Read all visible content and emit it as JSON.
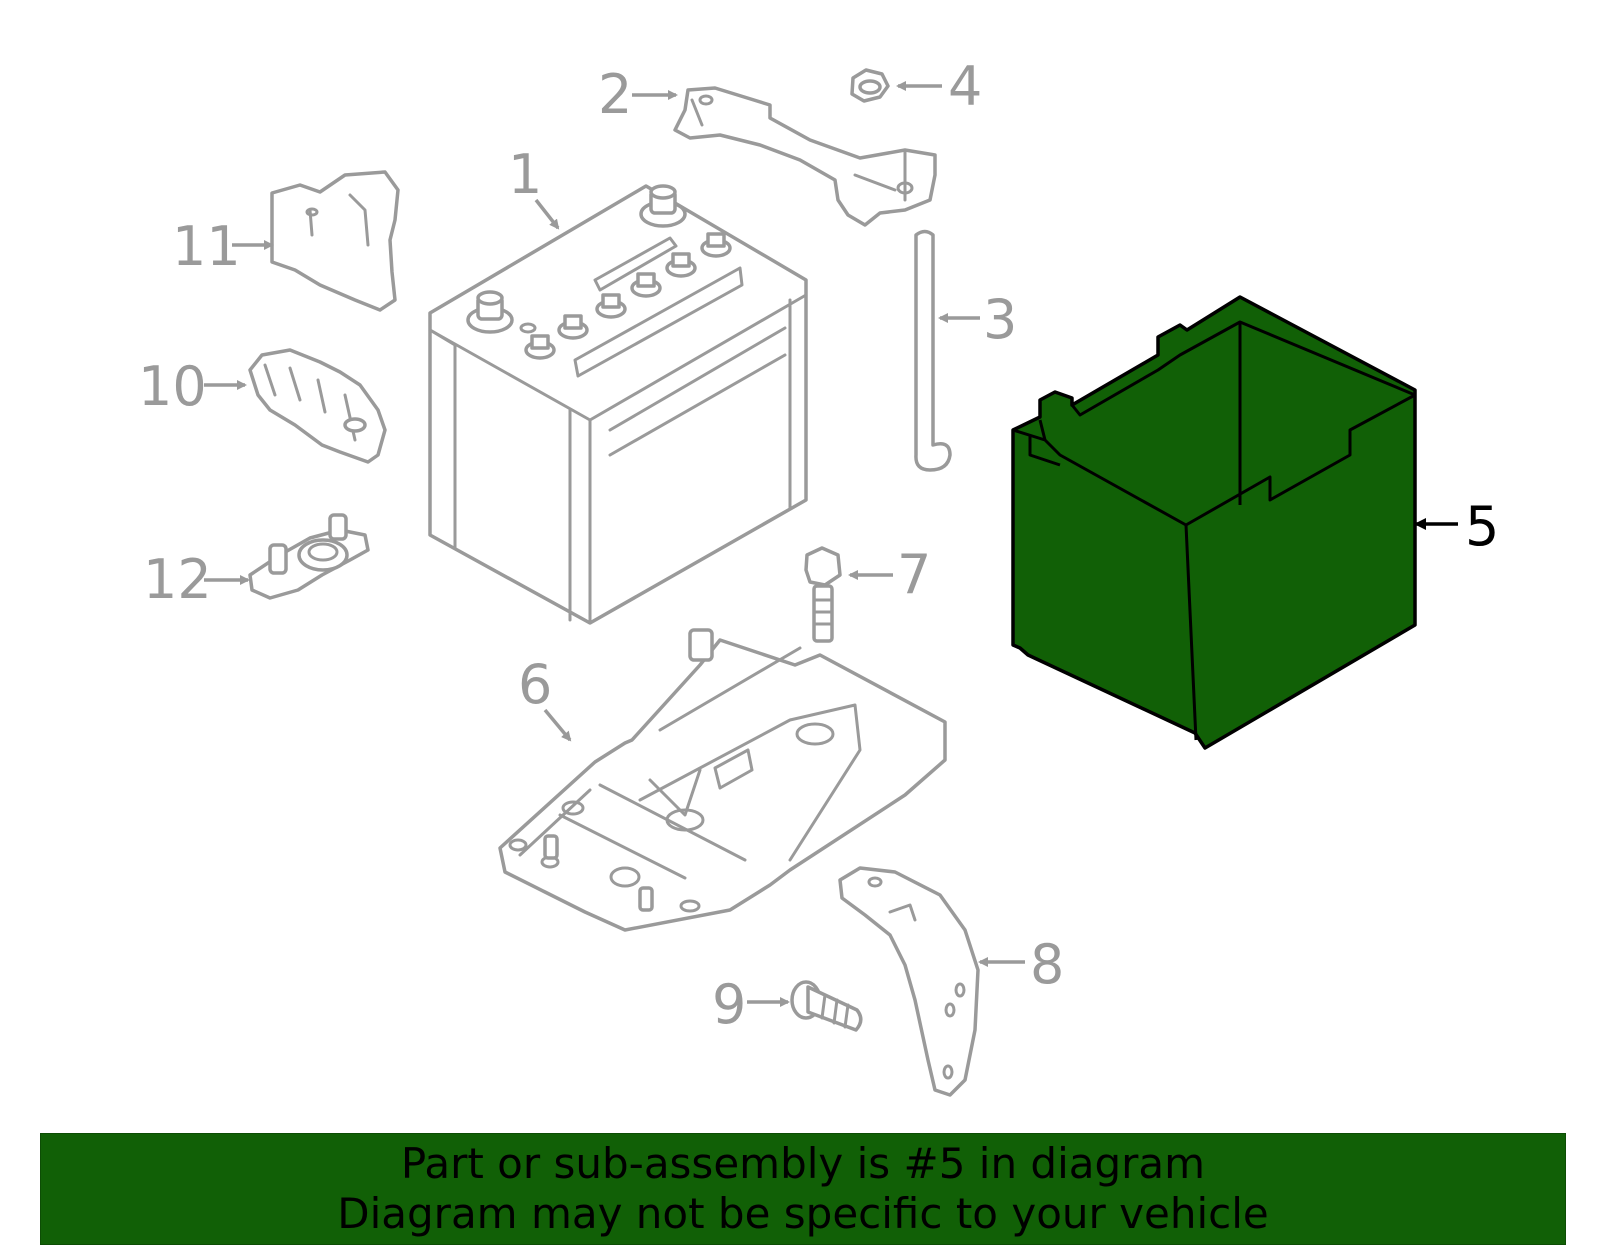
{
  "callouts": [
    {
      "id": "1",
      "label": "1",
      "active": false
    },
    {
      "id": "2",
      "label": "2",
      "active": false
    },
    {
      "id": "3",
      "label": "3",
      "active": false
    },
    {
      "id": "4",
      "label": "4",
      "active": false
    },
    {
      "id": "5",
      "label": "5",
      "active": true
    },
    {
      "id": "6",
      "label": "6",
      "active": false
    },
    {
      "id": "7",
      "label": "7",
      "active": false
    },
    {
      "id": "8",
      "label": "8",
      "active": false
    },
    {
      "id": "9",
      "label": "9",
      "active": false
    },
    {
      "id": "10",
      "label": "10",
      "active": false
    },
    {
      "id": "11",
      "label": "11",
      "active": false
    },
    {
      "id": "12",
      "label": "12",
      "active": false
    }
  ],
  "colors": {
    "highlight": "#116006",
    "outline_inactive": "#9a9a9a",
    "outline_active": "#000000"
  },
  "banner": {
    "line1": "Part or sub-assembly is #5 in diagram",
    "line2": "Diagram may not be specific to your vehicle"
  }
}
